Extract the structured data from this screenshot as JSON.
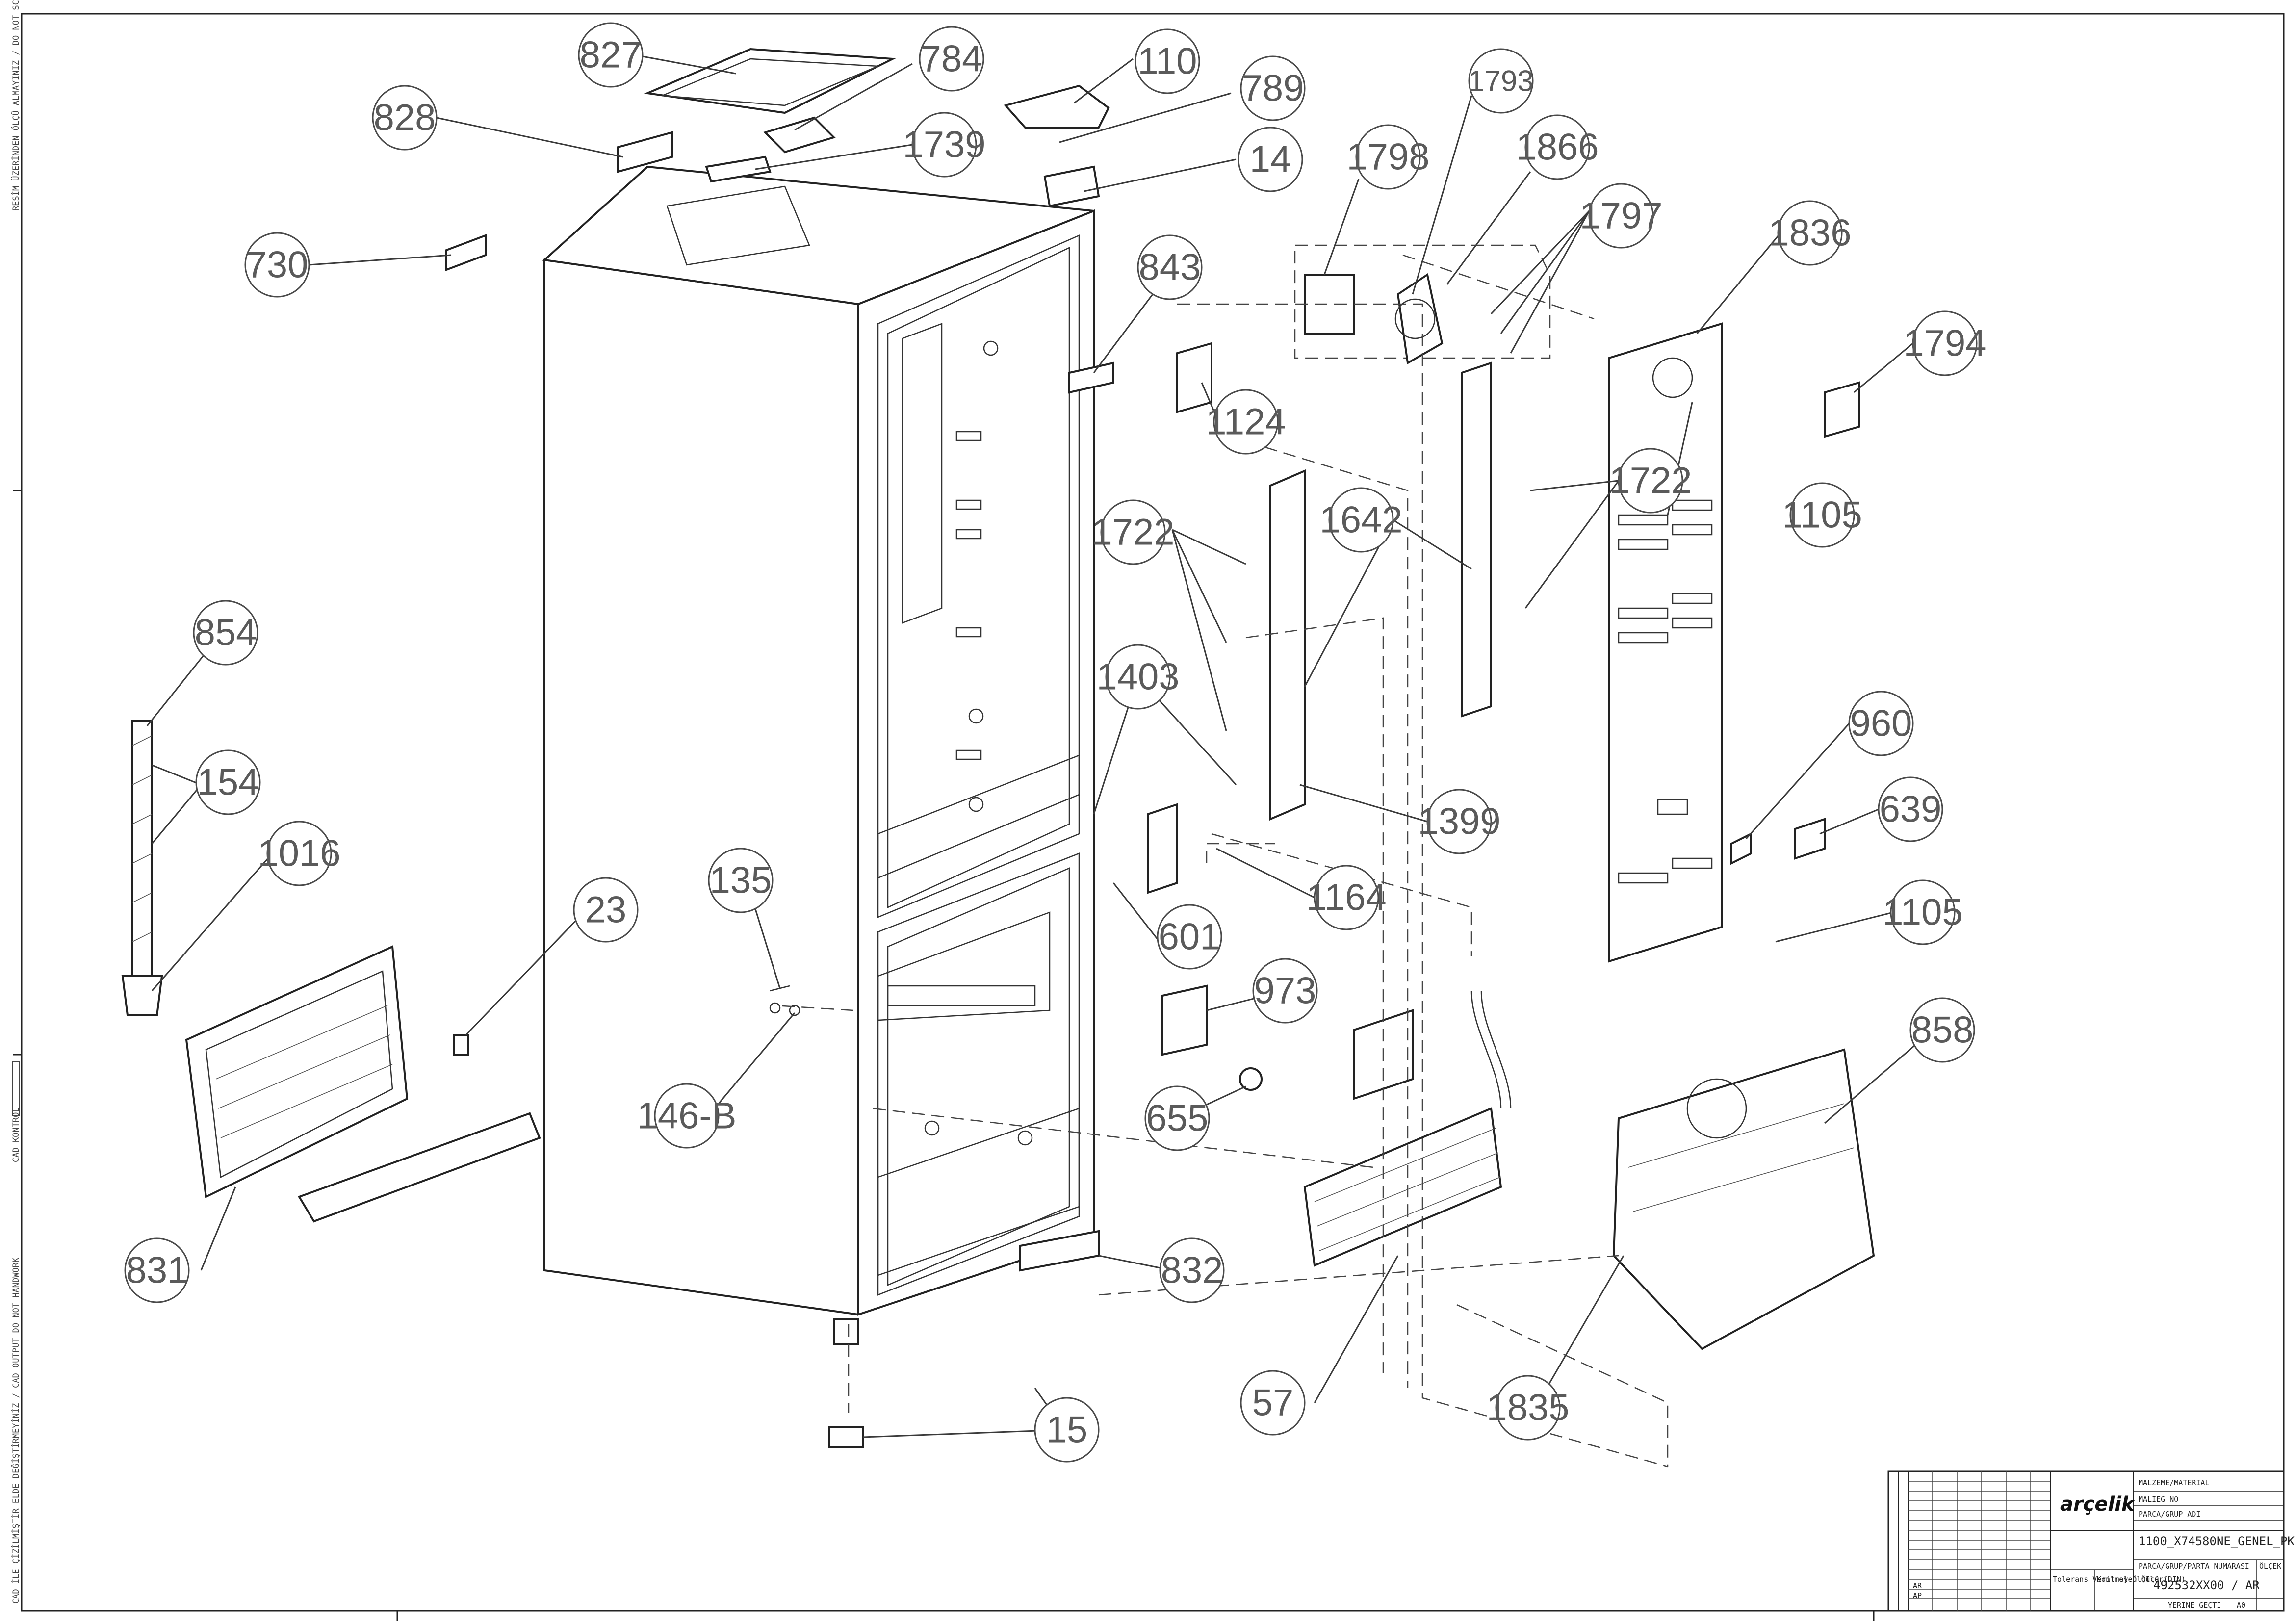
{
  "drawing": {
    "side_notes": {
      "top": "RESİM ÜZERİNDEN ÖLÇÜ ALMAYINIZ / DO NOT SCALE",
      "middle": "CAD KONTROL",
      "bottom": "CAD İLE ÇİZİLMİŞTİR ELDE DEĞİŞTİRMEYİNİZ / CAD OUTPUT DO NOT HANDWORK"
    },
    "callouts": [
      "827",
      "784",
      "110",
      "789",
      "828",
      "1739",
      "14",
      "730",
      "1793",
      "1798",
      "1866",
      "1797",
      "1836",
      "843",
      "1794",
      "1124",
      "1722",
      "1105",
      "1642",
      "1722",
      "854",
      "1403",
      "960",
      "154",
      "1016",
      "1399",
      "639",
      "135",
      "23",
      "1164",
      "1105",
      "601",
      "973",
      "858",
      "146-B",
      "655",
      "831",
      "832",
      "57",
      "1835",
      "15"
    ]
  },
  "title_block": {
    "brand": "arçelik",
    "material_label": "MALZEME/MATERIAL",
    "part_no_label": "MALIEG NO",
    "group_label": "PARCA/GRUP ADI",
    "group_name": "1100_X74580NE_GENEL_PK",
    "drawing_no_label": "PARCA/GRUP/PARTA NUMARASI",
    "drawing_no": "492532XX00 / AR",
    "scale_label": "ÖLÇEK",
    "tolerance_label": "Tolerans Verilmeyen Ölçü (DIN)",
    "control_label": "Kontrol Ölçüleri",
    "rev_rows": [
      "AR",
      "AP"
    ],
    "sheet_label": "YERINE GEÇTİ",
    "sheet_size": "A0"
  }
}
